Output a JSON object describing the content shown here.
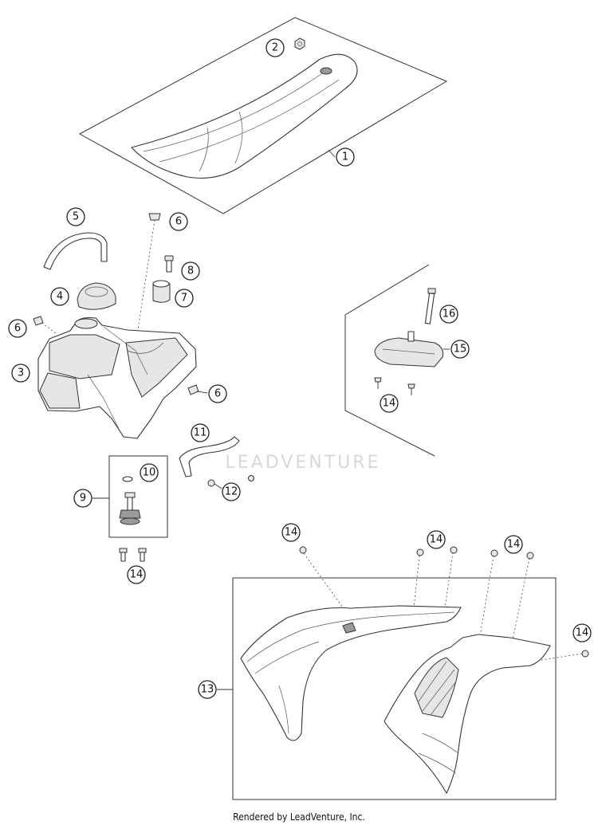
{
  "footer": {
    "text": "Rendered by LeadVenture, Inc."
  },
  "watermark": {
    "text": "LEADVENTURE"
  },
  "callouts": {
    "c1": "1",
    "c2": "2",
    "c3": "3",
    "c4": "4",
    "c5": "5",
    "c6a": "6",
    "c6b": "6",
    "c6c": "6",
    "c7": "7",
    "c8": "8",
    "c9": "9",
    "c10": "10",
    "c11": "11",
    "c12": "12",
    "c13": "13",
    "c14a": "14",
    "c14b": "14",
    "c14c": "14",
    "c14d": "14",
    "c14e": "14",
    "c14f": "14",
    "c15": "15",
    "c16": "16"
  }
}
